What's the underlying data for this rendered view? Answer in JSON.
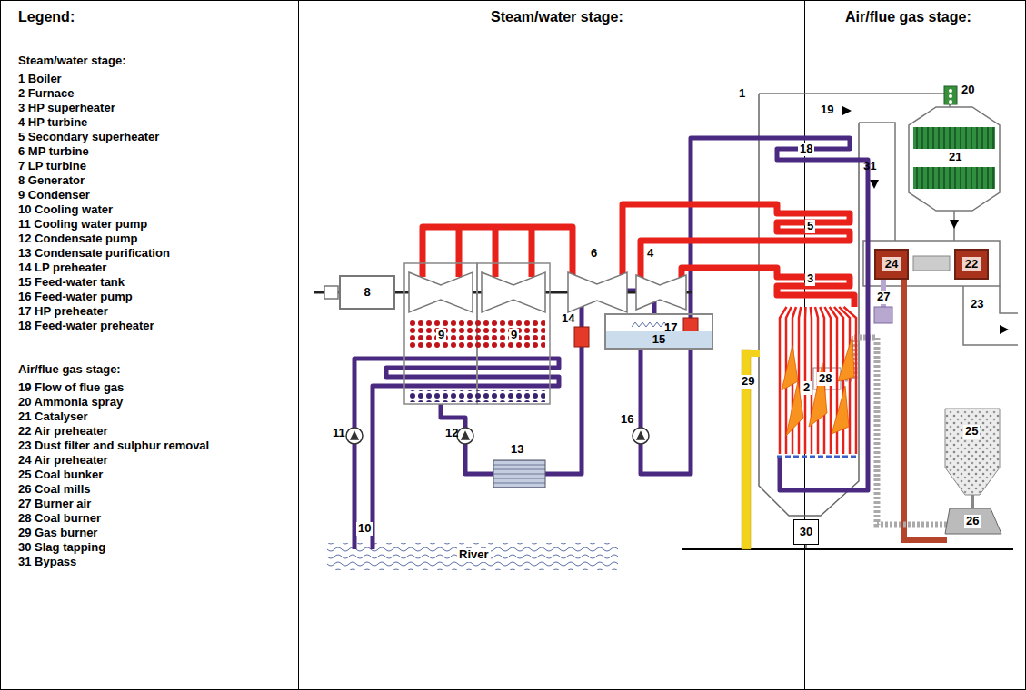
{
  "diagram": {
    "nodes": [
      {
        "text": [
          "8"
        ]
      },
      {
        "text": [
          "15"
        ]
      },
      {
        "text": [
          "24"
        ]
      },
      {
        "text": [
          "22"
        ]
      },
      {
        "text": [
          "30"
        ]
      }
    ],
    "labels": [
      "Legend:",
      "Steam/water stage:",
      "Air/flue gas stage:",
      "Steam/water stage:",
      "1 Boiler",
      "2 Furnace",
      "3 HP superheater",
      "4 HP turbine",
      "5 Secondary superheater",
      "6 MP turbine",
      "7 LP turbine",
      "8 Generator",
      "9 Condenser",
      "10 Cooling water",
      "11 Cooling water pump",
      "12 Condensate pump",
      "13 Condensate purification",
      "14 LP preheater",
      "15 Feed-water tank",
      "16 Feed-water pump",
      "17 HP preheater",
      "18 Feed-water preheater",
      "Air/flue gas stage:",
      "19 Flow of flue gas",
      "20 Ammonia spray",
      "21 Catalyser",
      "22 Air preheater",
      "23 Dust filter and sulphur removal",
      "24 Air preheater",
      "25 Coal bunker",
      "26 Coal mills",
      "27 Burner air",
      "28 Coal burner",
      "29 Gas burner",
      "30 Slag tapping",
      "31 Bypass",
      "1",
      "19",
      "20",
      "21",
      "31",
      "18",
      "5",
      "6",
      "4",
      "3",
      "2",
      "9",
      "9",
      "28",
      "29",
      "14",
      "17",
      "16",
      "12",
      "11",
      "13",
      "10",
      "23",
      "25",
      "26",
      "27",
      "River"
    ]
  }
}
